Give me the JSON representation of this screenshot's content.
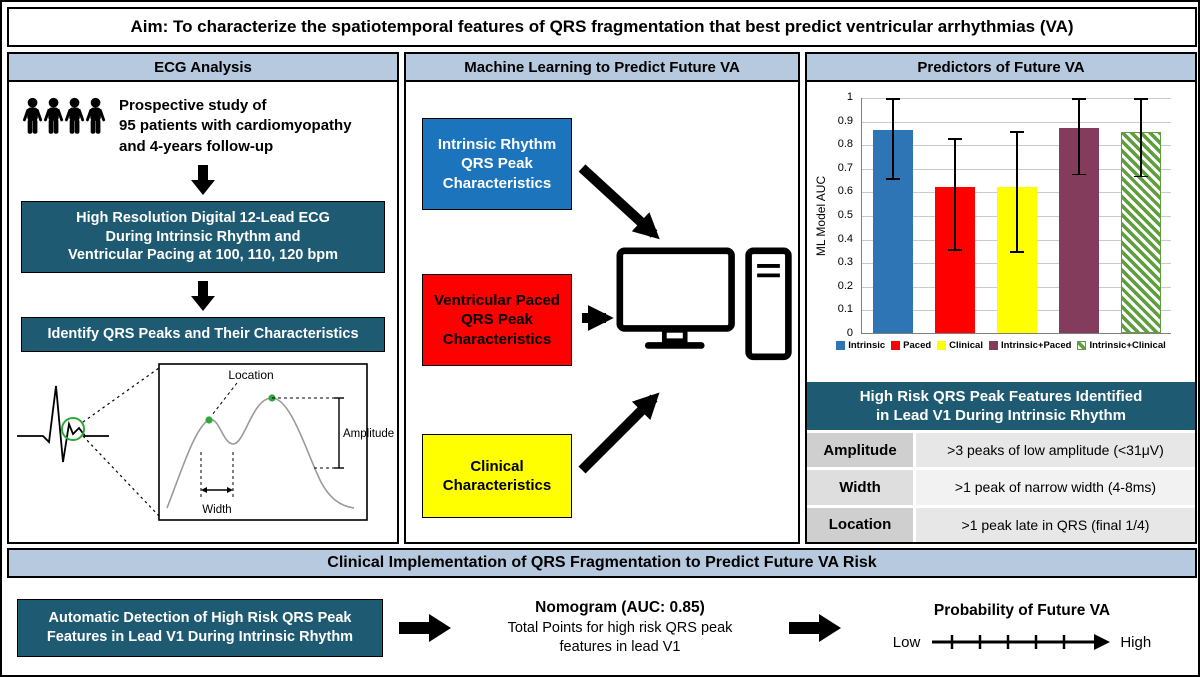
{
  "aim": "Aim: To characterize the spatiotemporal features of QRS fragmentation that best predict ventricular arrhythmias (VA)",
  "ecg_panel": {
    "title": "ECG Analysis",
    "study_text": "Prospective study of\n95 patients with cardiomyopathy\nand 4-years follow-up",
    "box1": "High Resolution Digital 12-Lead ECG\nDuring Intrinsic Rhythm and\nVentricular Pacing at 100, 110, 120 bpm",
    "box2": "Identify QRS Peaks and Their Characteristics",
    "inset_labels": {
      "location": "Location",
      "amplitude": "Amplitude",
      "width": "Width"
    }
  },
  "ml_panel": {
    "title": "Machine Learning to Predict Future VA",
    "inputs": [
      {
        "label": "Intrinsic Rhythm\nQRS Peak\nCharacteristics",
        "color": "#1b74bc",
        "text_color": "#ffffff"
      },
      {
        "label": "Ventricular Paced\nQRS Peak\nCharacteristics",
        "color": "#ff0000",
        "text_color": "#000000"
      },
      {
        "label": "Clinical\nCharacteristics",
        "color": "#ffff00",
        "text_color": "#000000"
      }
    ]
  },
  "predictors_panel": {
    "title": "Predictors of Future VA",
    "table": {
      "header": "High Risk QRS Peak Features Identified\nin Lead V1 During Intrinsic Rhythm",
      "rows": [
        {
          "label": "Amplitude",
          "value": ">3 peaks of low amplitude (<31μV)"
        },
        {
          "label": "Width",
          "value": ">1 peak of narrow width (4-8ms)"
        },
        {
          "label": "Location",
          "value": ">1 peak late in QRS (final 1/4)"
        }
      ]
    }
  },
  "chart_data": {
    "type": "bar",
    "categories": [
      "Intrinsic",
      "Paced",
      "Clinical",
      "Intrinsic+Paced",
      "Intrinsic+Clinical"
    ],
    "values": [
      0.86,
      0.62,
      0.62,
      0.87,
      0.85
    ],
    "error_low": [
      0.66,
      0.36,
      0.35,
      0.68,
      0.67
    ],
    "error_high": [
      1.0,
      0.83,
      0.86,
      1.0,
      1.0
    ],
    "colors": [
      "#2e75b6",
      "#ff0000",
      "#ffff00",
      "#833c5c",
      "#5f9e3d"
    ],
    "patterns": [
      null,
      null,
      null,
      null,
      "diagonal"
    ],
    "title": "",
    "xlabel": "",
    "ylabel": "ML Model AUC",
    "ylim": [
      0,
      1
    ],
    "yticks": [
      0,
      0.1,
      0.2,
      0.3,
      0.4,
      0.5,
      0.6,
      0.7,
      0.8,
      0.9,
      1
    ],
    "grid": true,
    "legend_position": "bottom"
  },
  "bottom": {
    "title": "Clinical Implementation of QRS Fragmentation to Predict Future VA Risk",
    "box": "Automatic Detection of High Risk QRS Peak\nFeatures in Lead V1 During Intrinsic Rhythm",
    "nomogram_title": "Nomogram (AUC: 0.85)",
    "nomogram_sub": "Total Points for high risk QRS peak\nfeatures in lead V1",
    "probability_title": "Probability of Future VA",
    "low": "Low",
    "high": "High"
  }
}
